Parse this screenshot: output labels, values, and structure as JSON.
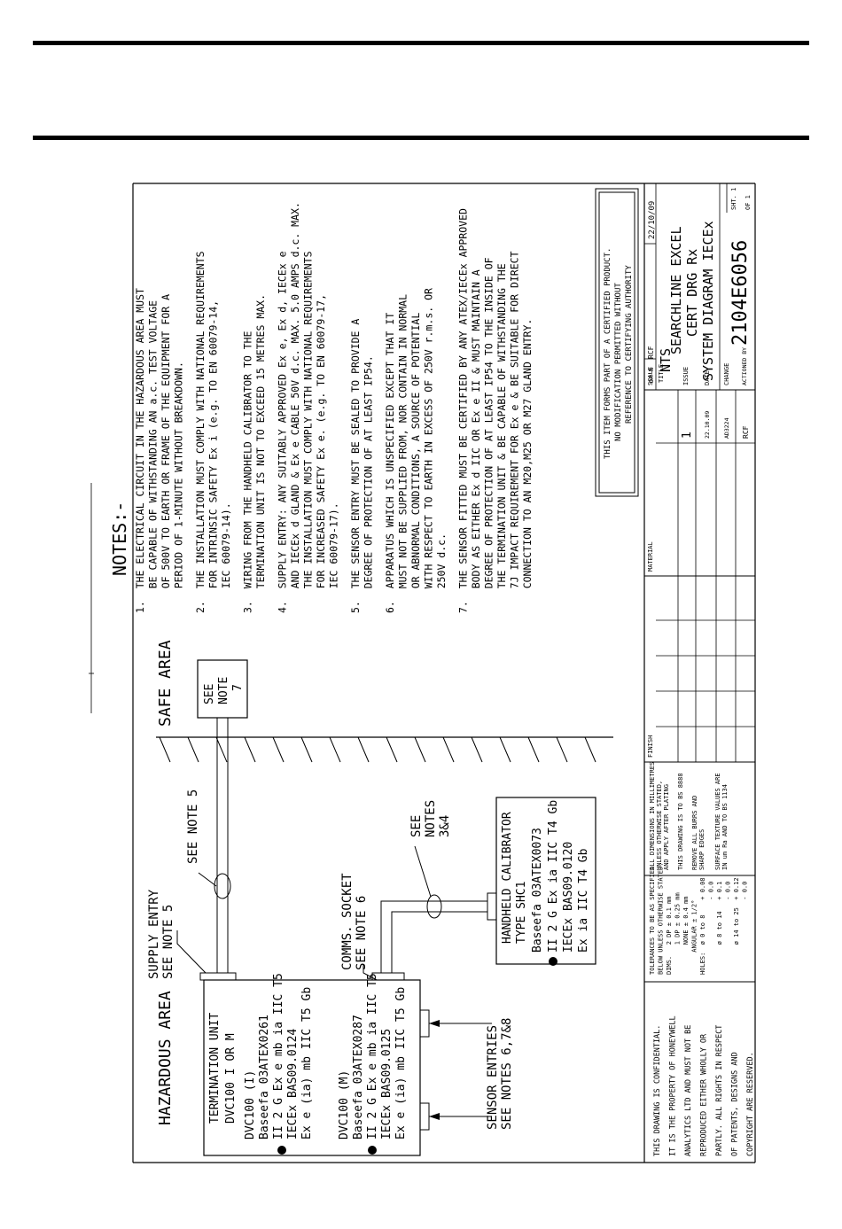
{
  "labels": {
    "hazardous": "HAZARDOUS AREA",
    "safe": "SAFE AREA",
    "supply1": "SUPPLY ENTRY",
    "supply2": "SEE NOTE 5",
    "supply3": "SEE NOTE 5",
    "comms1": "COMMS. SOCKET",
    "comms2": "SEE NOTE 6",
    "sensor1": "SENSOR ENTRIES",
    "sensor2": "SEE NOTES 6,7&8",
    "seenotes1": "SEE",
    "seenotes2": "NOTES",
    "seenotes3": "3&4",
    "seenote7a": "SEE",
    "seenote7b": "NOTE",
    "seenote7c": "7"
  },
  "term": [
    "TERMINATION UNIT",
    "DVC100 I OR M",
    "DVC100 (I)",
    "Baseefa 03ATEX0261",
    "II 2 G Ex e mb ia IIC T5",
    "IECEx BAS09.0124",
    "Ex e (ia) mb IIC T5 Gb",
    "DVC100 (M)",
    "Baseefa 03ATEX0287",
    "II 2 G Ex e mb ia IIC T5",
    "IECEx BAS09.0125",
    "Ex e (ia) mb IIC T5 Gb"
  ],
  "calib": [
    "HANDHELD CALIBRATOR",
    "TYPE SHC1",
    "Baseefa 03ATEX0073",
    "II 2 G Ex ia IIC T4 Gb",
    "IECEx BAS09.0120",
    "Ex ia IIC T4 Gb"
  ],
  "notes": {
    "title": "NOTES:-",
    "lines": [
      "1.  THE ELECTRICAL CIRCUIT IN THE HAZARDOUS AREA MUST",
      "    BE CAPABLE OF WITHSTANDING AN a.c. TEST VOLTAGE",
      "    OF 500V TO EARTH OR FRAME OF THE EQUIPMENT FOR A",
      "    PERIOD OF 1-MINUTE WITHOUT BREAKDOWN.",
      "",
      "2.  THE INSTALLATION MUST COMPLY WITH NATIONAL REQUIREMENTS",
      "    FOR INTRINSIC SAFETY Ex i (e.g. TO EN 60079-14,",
      "    IEC 60079-14).",
      "",
      "3.  WIRING FROM THE HANDHELD CALIBRATOR TO THE",
      "    TERMINATION UNIT IS NOT TO EXCEED 15 METRES MAX.",
      "",
      "4.  SUPPLY ENTRY: ANY SUITABLY APPROVED Ex e, Ex d, IECEx e",
      "    AND IECEx d GLAND & Ex e CABLE 50V d.c. MAX. 5.0 AMPS d.c. MAX.",
      "    THE INSTALLATION MUST COMPLY WITH NATIONAL REQUIREMENTS",
      "    FOR INCREASED SAFETY Ex e. (e.g. TO EN 60079-17,",
      "    IEC 60079-17).",
      "",
      "5.  THE SENSOR ENTRY MUST BE SEALED TO PROVIDE A",
      "    DEGREE OF PROTECTION OF AT LEAST IP54.",
      "",
      "6.  APPARATUS WHICH IS UNSPECIFIED EXCEPT THAT IT",
      "    MUST NOT BE SUPPLIED FROM, NOR CONTAIN IN NORMAL",
      "    OR ABNORMAL CONDITIONS, A SOURCE OF POTENTIAL",
      "    WITH RESPECT TO EARTH IN EXCESS OF 250V r.m.s. OR",
      "    250V d.c.",
      "",
      "7.  THE SENSOR FITTED MUST BE CERTIFIED BY ANY ATEX/IECEx APPROVED",
      "    BODY AS EITHER Ex d IIC OR Ex e II & MUST MAINTAIN A",
      "    DEGREE OF PROTECTION OF AT LEAST IP54 TO THE INSIDE OF",
      "    THE TERMINATION UNIT & BE CAPABLE OF WITHSTANDING THE",
      "    7J IMPACT REQUIREMENT FOR Ex e & BE SUITABLE FOR DIRECT",
      "    CONNECTION TO AN M20,M25 OR M27 GLAND ENTRY."
    ]
  },
  "certified": [
    "THIS ITEM FORMS PART OF A CERTIFIED PRODUCT.",
    "NO MODIFICATION PERMITTED WITHOUT",
    "REFERENCE TO CERTIFYING AUTHORITY"
  ],
  "titleblock": {
    "conf": [
      "THIS DRAWING IS CONFIDENTIAL.",
      "IT IS THE PROPERTY OF HONEYWELL",
      "ANALYTICS LTD AND MUST NOT BE",
      "REPRODUCED EITHER WHOLLY OR",
      "PARTLY. ALL RIGHTS IN RESPECT",
      "OF PATENTS, DESIGNS AND",
      "COPYRIGHT ARE RESERVED."
    ],
    "tol": [
      "TOLERANCES TO BE AS SPECIFIED",
      "BELOW UNLESS OTHERWISE STATED.",
      "DIMS.   2 DP ± 0.1 mm",
      "        1 DP ± 0.25 mm",
      "        NONE ± 0.4 mm",
      "      ANGULAR ± 1/2°",
      "HOLES:  ø 0 to 8    + 0.08",
      "                    - 0.0",
      "        ø 8 to 14   + 0.1",
      "                    - 0.0",
      "        ø 14 to 25  + 0.12",
      "                    - 0.0"
    ],
    "dims": [
      "ALL DIMENSIONS IN MILLIMETRES",
      "UNLESS OTHERWISE STATED,",
      "AND APPLY AFTER PLATING",
      "THIS DRAWING IS TO BS 8888",
      "REMOVE ALL BURRS AND",
      "SHARP EDGES",
      "SURFACE TEXTURE VALUES ARE",
      "IN um Ra AND TO BS 1134"
    ],
    "finish": "FINISH",
    "material": "MATERIAL",
    "scale_label": "SCALE",
    "scale": "NTS",
    "issue_label": "ISSUE",
    "issue": "1",
    "date_label": "DATE",
    "date_small": "22.10.09",
    "change_label": "CHANGE",
    "change": "AD3224",
    "actioned_label": "ACTIONED BY",
    "actioned": "RCF",
    "drn_label": "DR'N",
    "drn": "RCF",
    "drn_date": "22/10/09",
    "title_label": "TITLE",
    "title1": "SEARCHLINE EXCEL",
    "title2": "CERT DRG Rx",
    "title3": "SYSTEM DIAGRAM IECEx",
    "drawing_no": "2104E6056",
    "sht": "SHT. 1",
    "of": "OF 1"
  }
}
